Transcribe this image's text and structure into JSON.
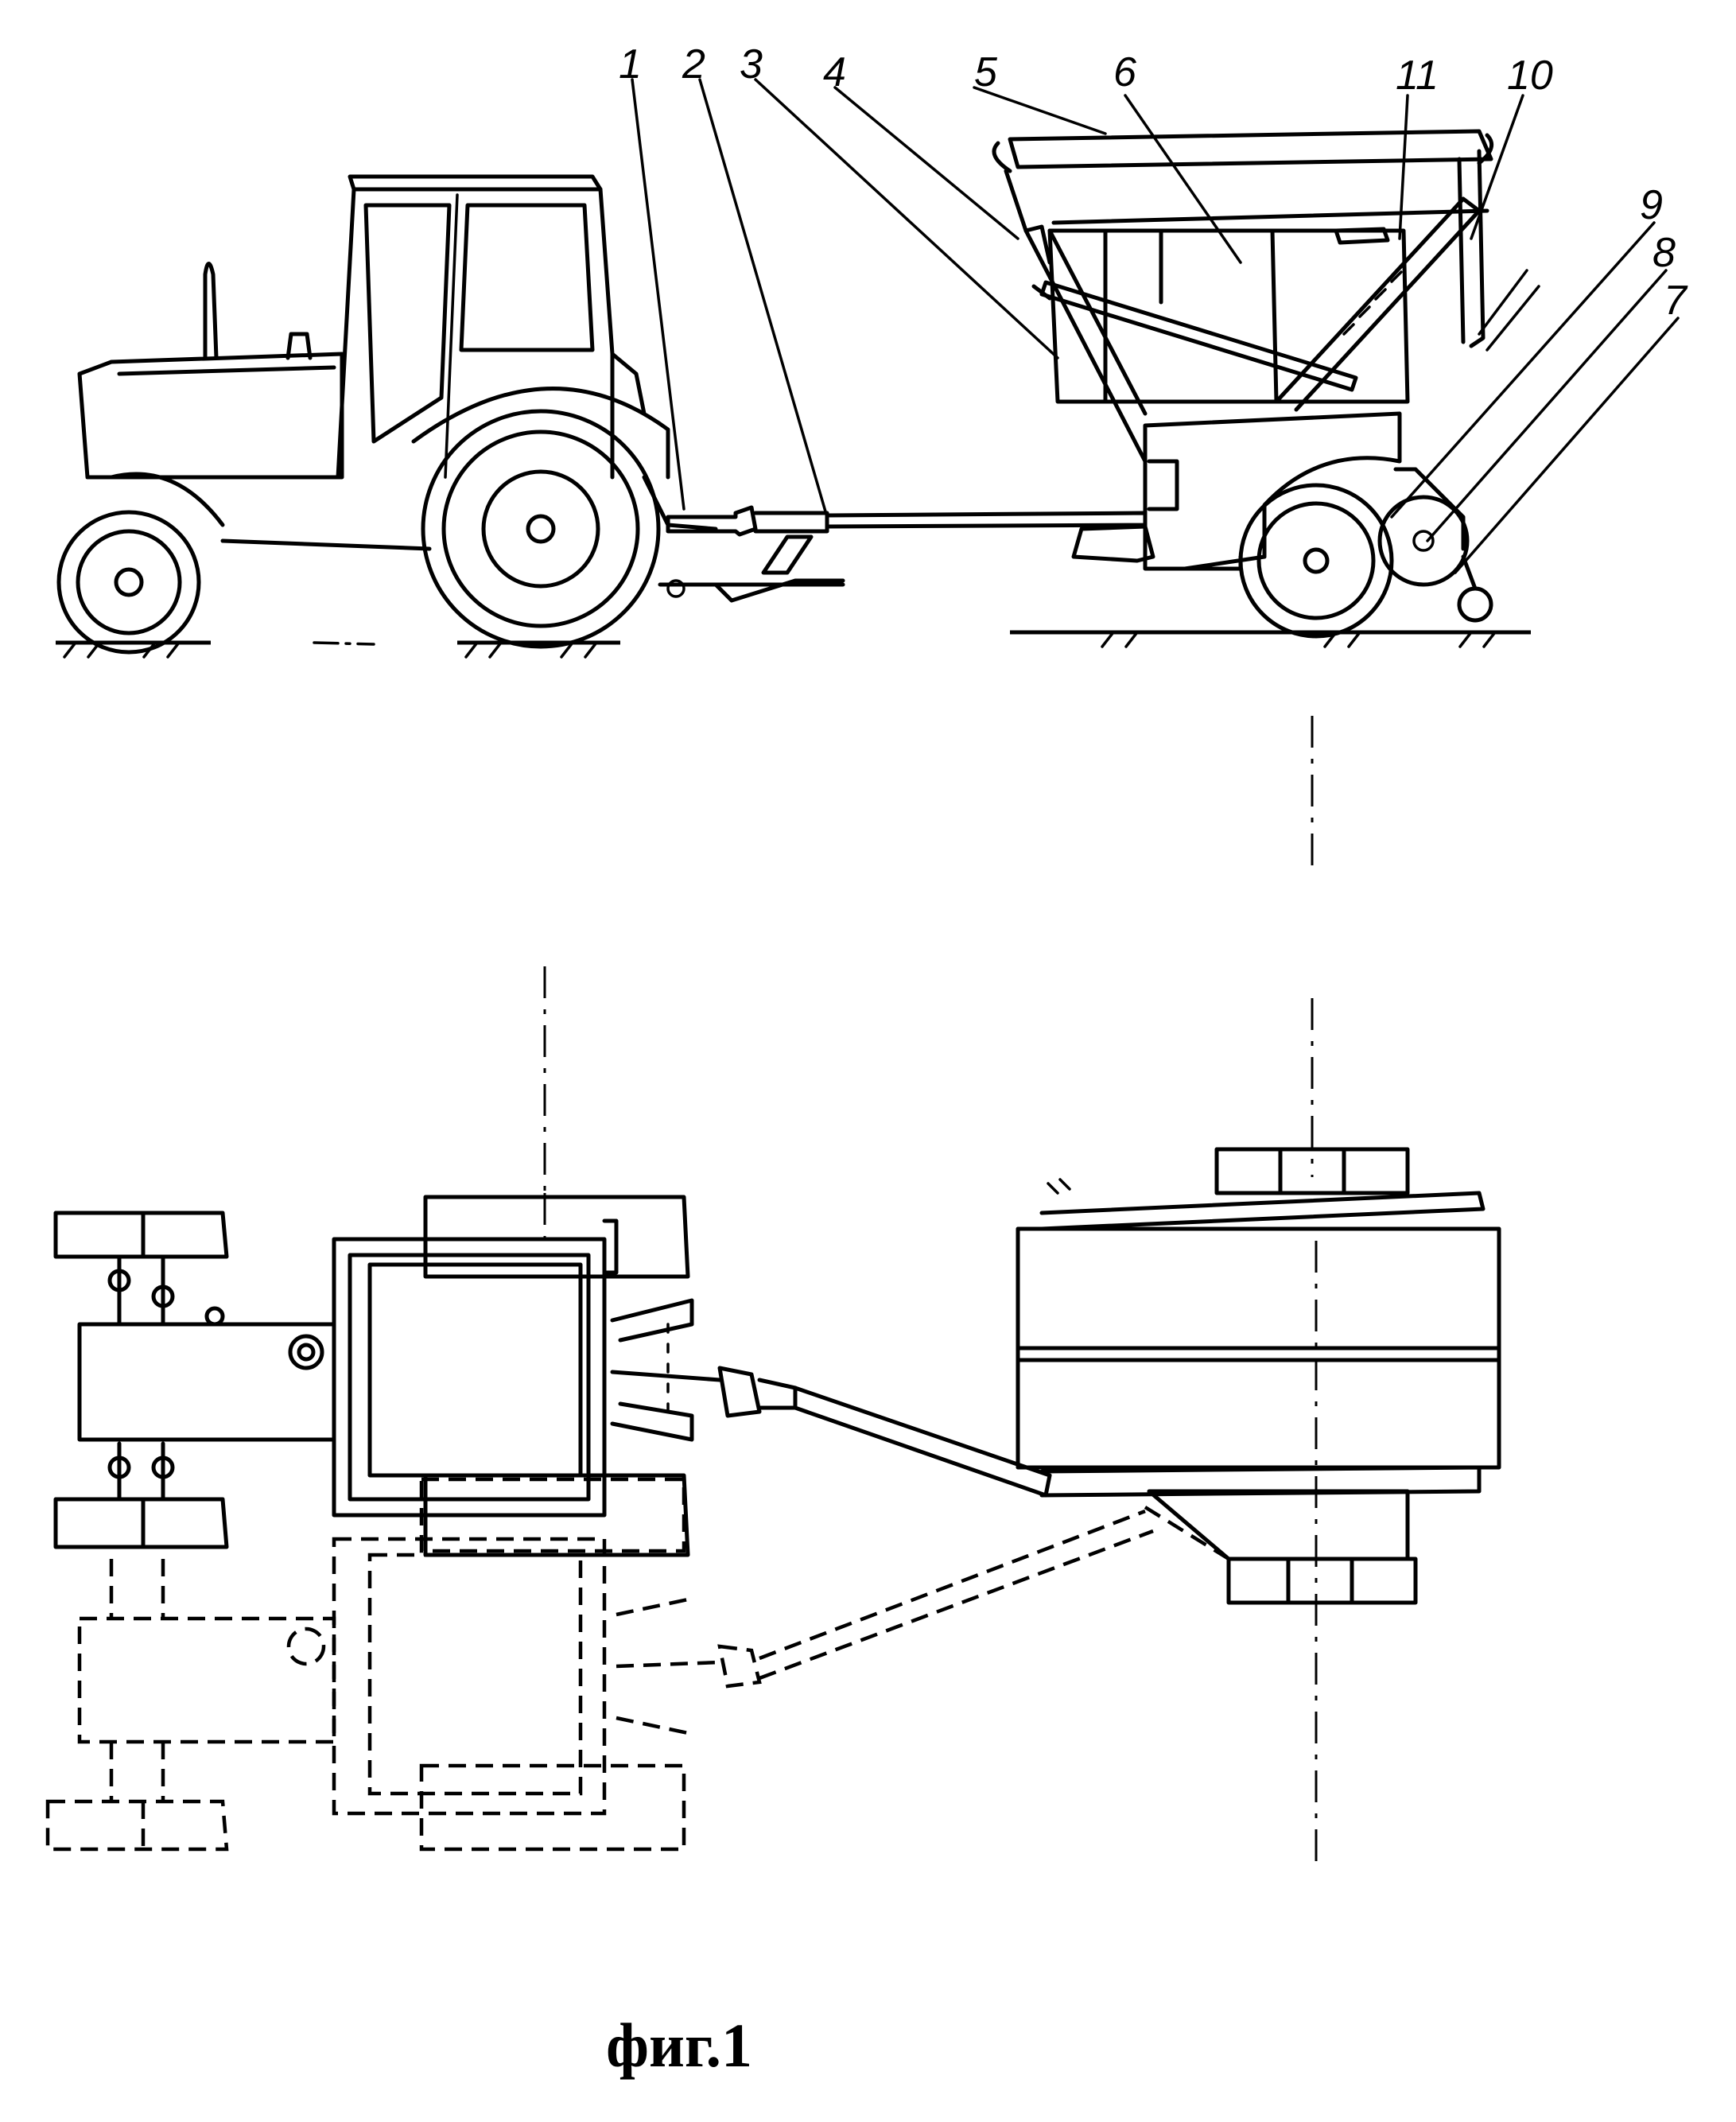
{
  "figure": {
    "caption": "фиг.1",
    "labels": [
      "1",
      "2",
      "3",
      "4",
      "5",
      "6",
      "11",
      "10",
      "9",
      "8",
      "7"
    ]
  },
  "colors": {
    "ink": "#000000",
    "paper": "#ffffff"
  }
}
